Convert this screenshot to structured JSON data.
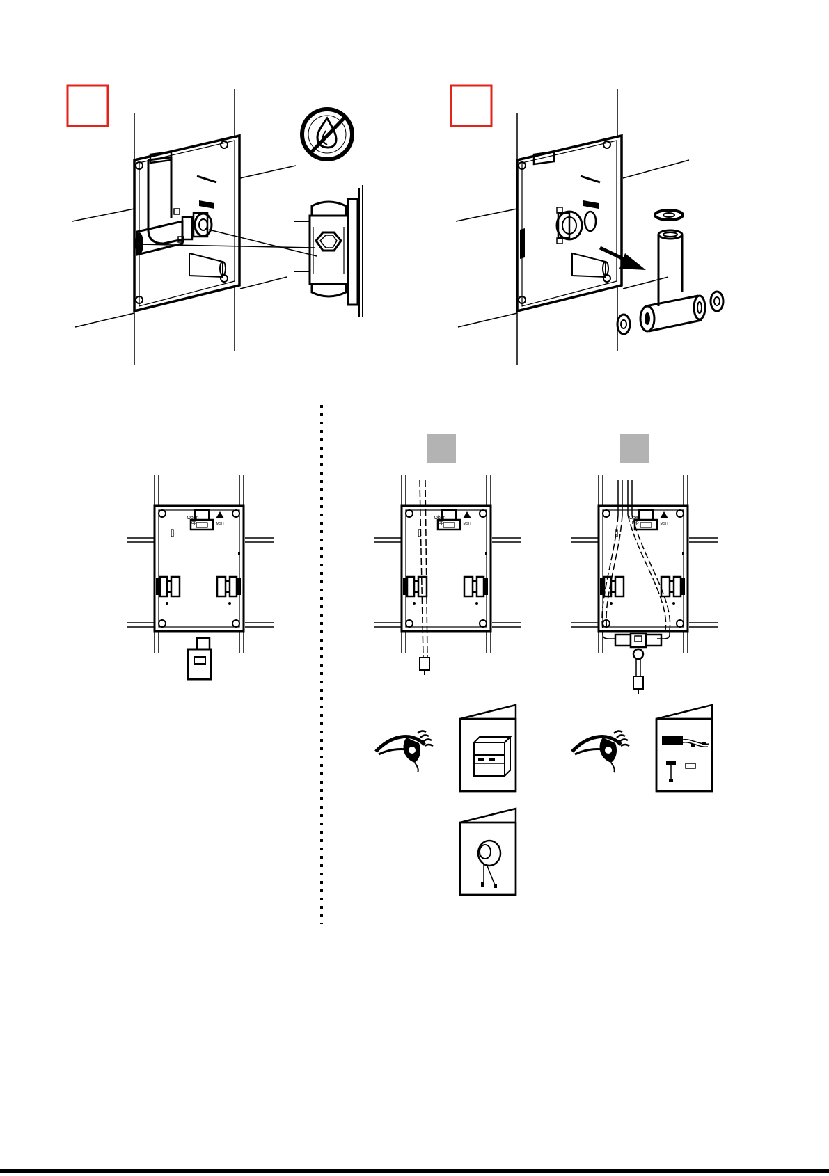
{
  "colors": {
    "step_box": "#e2231a",
    "variant_box": "#b3b3b3",
    "ink": "#000000",
    "paper": "#ffffff"
  },
  "icons": {
    "no_fire": "no-open-flame-icon",
    "eye": "eye-icon",
    "leaflet": "instruction-leaflet-icon",
    "arrow": "removal-arrow-icon"
  },
  "box_labels": {
    "line1": "Oben",
    "line2": "Top",
    "mark": "MSH"
  }
}
